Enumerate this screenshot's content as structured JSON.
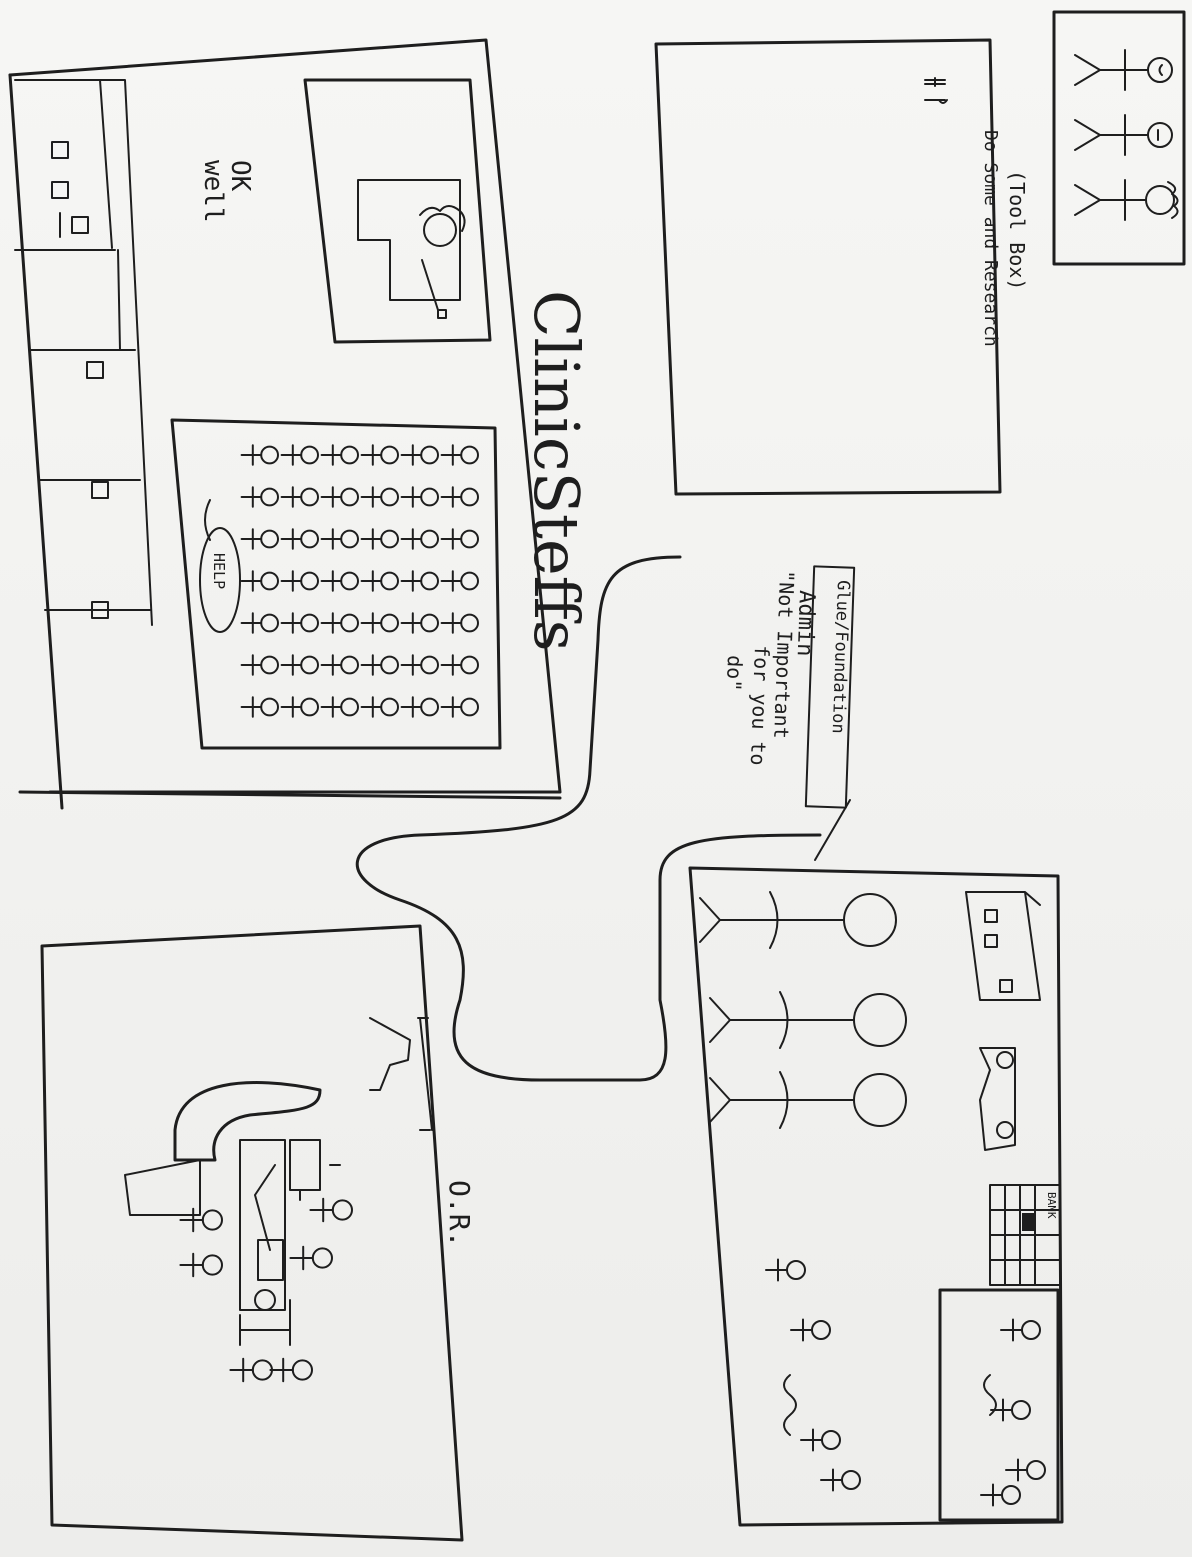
{
  "sketch": {
    "toolbox_label": "(Tool Box)",
    "toolbox_sublabel": "Do Some and Research",
    "clinic_title": "ClinicSteffs",
    "ok_label": "OK",
    "well_label": "well",
    "help_label": "HELP",
    "glue_label": "Glue/Foundation",
    "admin_label": "Admin",
    "not_important_label": "\"Not Important",
    "for_you_label": "for you to",
    "do_label": "do\"",
    "or_label": "O.R.",
    "bank_label": "BANK"
  }
}
